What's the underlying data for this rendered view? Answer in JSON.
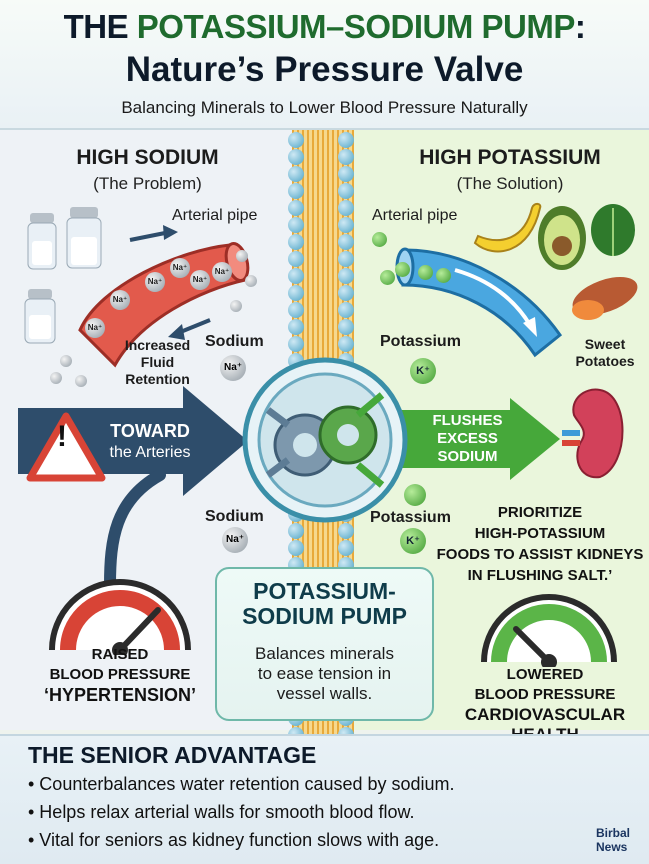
{
  "header": {
    "title_prefix": "THE ",
    "title_highlight": "POTASSIUM–SODIUM PUMP",
    "title_suffix": ":",
    "title_line2": "Nature’s Pressure Valve",
    "subtitle": "Balancing Minerals to Lower Blood Pressure Naturally"
  },
  "left": {
    "heading": "HIGH SODIUM",
    "subheading": "(The Problem)",
    "pipe_label": "Arterial pipe",
    "ion_label": "Na⁺",
    "retention_line1": "Increased",
    "retention_line2": "Fluid",
    "retention_line3": "Retention",
    "arrow_line1": "TOWARD",
    "arrow_line2": "the Arteries",
    "gauge_line1": "RAISED",
    "gauge_line2": "BLOOD PRESSURE",
    "gauge_line3": "‘HYPERTENSION’"
  },
  "center": {
    "sodium_top_label": "Sodium",
    "sodium_top_ion": "Na⁺",
    "sodium_bottom_label": "Sodium",
    "sodium_bottom_ion": "Na⁺",
    "potassium_top_label": "Potassium",
    "potassium_top_ion": "K⁺",
    "potassium_bottom_label": "Potassium",
    "potassium_bottom_ion": "K⁺",
    "pump_title_line1": "POTASSIUM-",
    "pump_title_line2": "SODIUM PUMP",
    "pump_desc_line1": "Balances minerals",
    "pump_desc_line2": "to ease tension in",
    "pump_desc_line3": "vessel walls."
  },
  "right": {
    "heading": "HIGH POTASSIUM",
    "subheading": "(The Solution)",
    "pipe_label": "Arterial pipe",
    "food_label_line1": "Sweet",
    "food_label_line2": "Potatoes",
    "arrow_line1": "FLUSHES",
    "arrow_line2": "EXCESS",
    "arrow_line3": "SODIUM",
    "tip_line1": "PRIORITIZE",
    "tip_line2": "HIGH-POTASSIUM",
    "tip_line3": "FOODS TO ASSIST KIDNEYS",
    "tip_line4": "IN FLUSHING SALT.’",
    "gauge_line1": "LOWERED",
    "gauge_line2": "BLOOD PRESSURE",
    "gauge_line3": "CARDIOVASCULAR",
    "gauge_line4": "HEALTH"
  },
  "advantage": {
    "title": "THE SENIOR ADVANTAGE",
    "bullets": [
      "• Counterbalances water retention caused by sodium.",
      "• Helps relax arterial walls for smooth blood flow.",
      "• Vital for seniors as kidney function slows with age."
    ]
  },
  "logo": {
    "line1": "Birbal",
    "line2": "News"
  },
  "colors": {
    "sodium_red": "#d84436",
    "potassium_green": "#46a83a",
    "artery_blue": "#3d9bd8",
    "navy": "#0d1a2a",
    "arrow_navy": "#2e4d6b"
  }
}
